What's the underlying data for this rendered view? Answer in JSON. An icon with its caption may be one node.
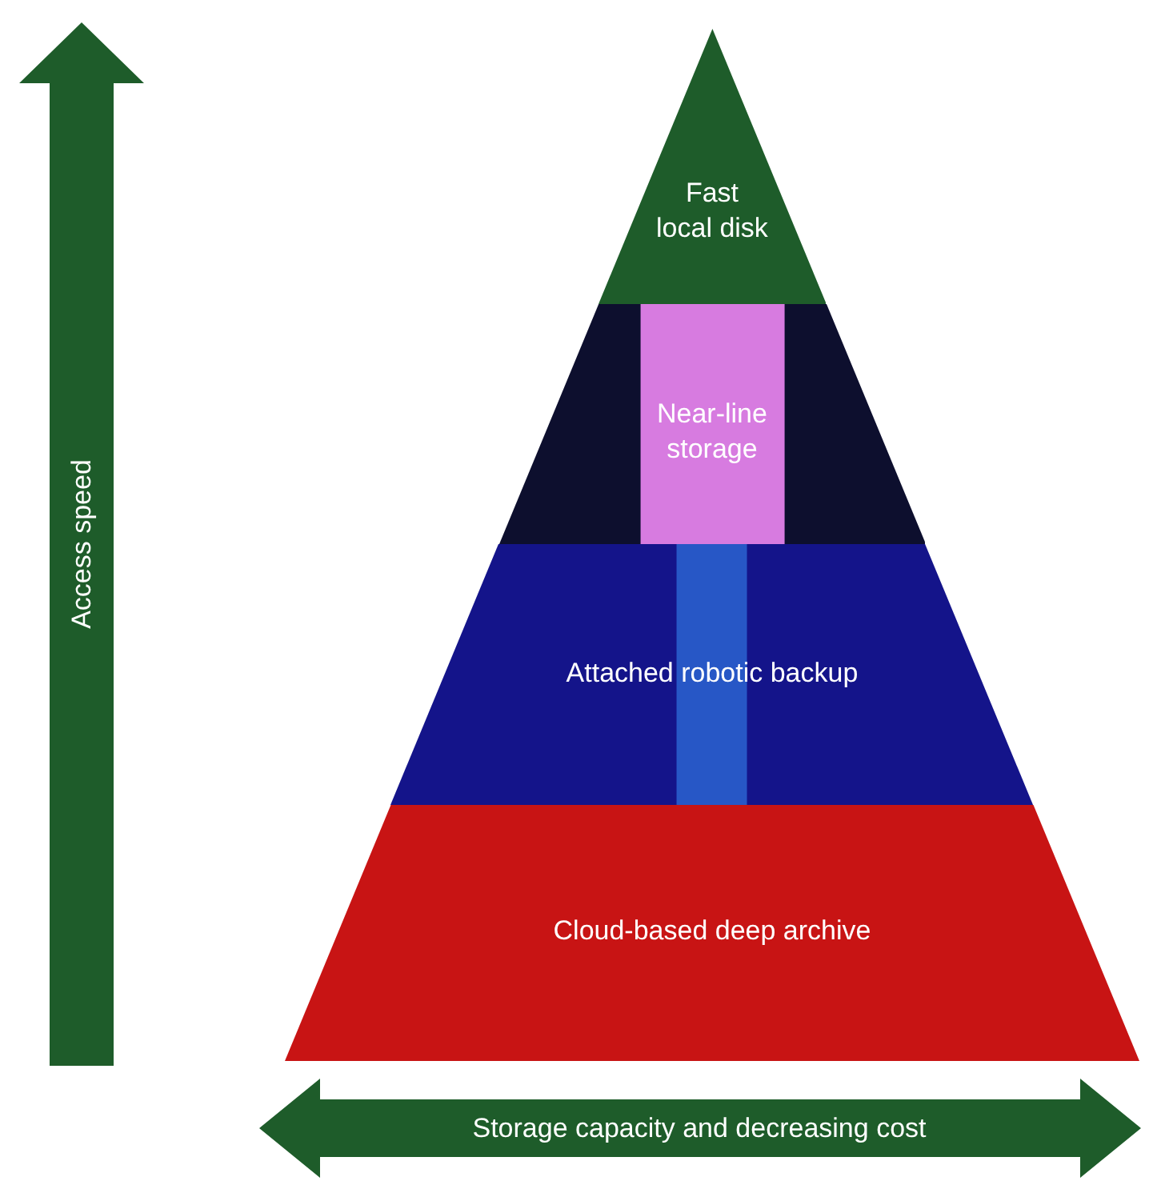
{
  "diagram": {
    "nodes": [
      {
        "text": [
          "Fast local disk"
        ]
      },
      {
        "text": [
          "Near-line storage"
        ]
      },
      {
        "text": [
          "Attached robotic backup"
        ]
      },
      {
        "text": [
          "Cloud-based deep archive"
        ]
      }
    ],
    "labels": [
      "Access speed",
      "Storage capacity and decreasing cost"
    ]
  }
}
